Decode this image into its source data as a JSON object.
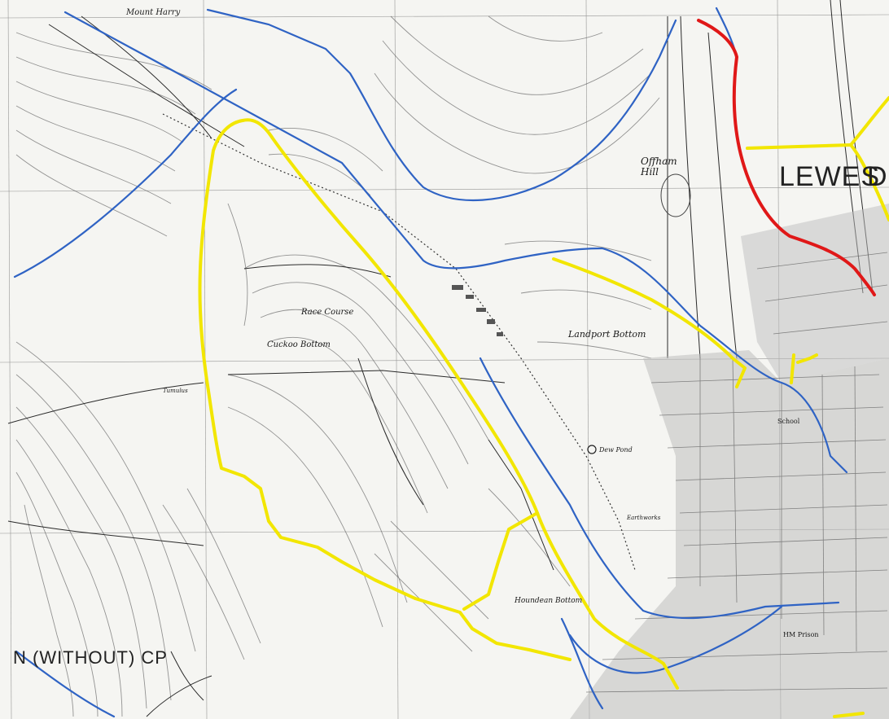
{
  "labels": {
    "mount_harry": "Mount Harry",
    "offham_hill": "Offham Hill",
    "race_course": "Race Course",
    "cuckoo_bottom": "Cuckoo Bottom",
    "landport_bottom": "Landport Bottom",
    "dew_pond": "Dew Pond",
    "houndean_bottom": "Houndean Bottom",
    "lewes": "LEWES",
    "lewes_d": "D",
    "parish": "N (WITHOUT) CP",
    "school": "School",
    "hm_prison": "HM Prison",
    "tumulus": "Tumulus",
    "earthworks": "Earthworks"
  },
  "colors": {
    "yellow_route": "#f2e600",
    "blue_route": "#2f63c4",
    "red_route": "#e01818",
    "contour": "#7a7a7a",
    "road": "#3a3a3a",
    "built_up": "#8a8a8a"
  }
}
